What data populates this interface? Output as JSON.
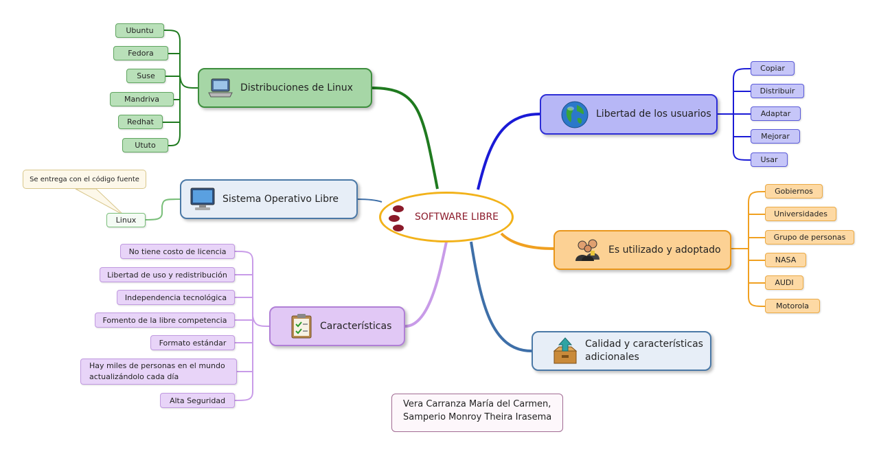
{
  "center_title": "SOFTWARE LIBRE",
  "colors": {
    "green": "#1f7a1f",
    "blue": "#1a1ad6",
    "orange": "#f0a020",
    "purple": "#c89be8",
    "steel": "#3e6fa8",
    "center_border": "#f2b21a",
    "center_text": "#8b1a2a"
  },
  "branches": {
    "distribuciones": {
      "title": "Distribuciones de Linux",
      "icon": "laptop-icon",
      "children": [
        "Ubuntu",
        "Fedora",
        "Suse",
        "Mandriva",
        "Redhat",
        "Ututo"
      ]
    },
    "sistema": {
      "title": "Sistema Operativo Libre",
      "icon": "monitor-icon",
      "children": [
        "Linux"
      ],
      "callout": "Se entrega con el código fuente"
    },
    "caracteristicas": {
      "title": "Características",
      "icon": "checklist-clipboard-icon",
      "children": [
        "No tiene costo de licencia",
        "Libertad de uso y redistribución",
        "Independencia tecnológica",
        "Fomento de la libre competencia",
        "Formato estándar",
        "Hay miles de personas en el mundo actualizándolo cada día",
        "Alta Seguridad"
      ]
    },
    "libertad": {
      "title": "Libertad de los usuarios",
      "icon": "globe-icon",
      "children": [
        "Copiar",
        "Distribuir",
        "Adaptar",
        "Mejorar",
        "Usar"
      ]
    },
    "utilizado": {
      "title": "Es utilizado y adoptado",
      "icon": "people-icon",
      "children": [
        "Gobiernos",
        "Universidades",
        "Grupo de personas",
        "NASA",
        "AUDI",
        "Motorola"
      ]
    },
    "calidad": {
      "title": "Calidad y características adicionales",
      "icon": "box-upload-icon",
      "children": []
    }
  },
  "note": {
    "line1": "Vera Carranza María del Carmen,",
    "line2": "Samperio Monroy Theira Irasema"
  }
}
